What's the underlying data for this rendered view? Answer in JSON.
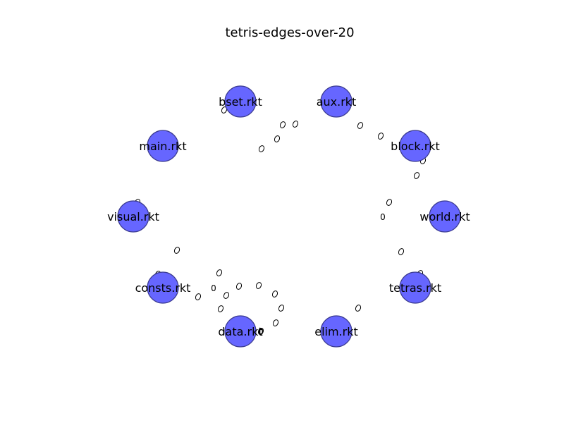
{
  "title": "tetris-edges-over-20",
  "colors": {
    "node_fill": "#6666ff",
    "node_stroke": "#3b3b8f",
    "text": "#000000"
  },
  "nodes": [
    {
      "id": "bset",
      "label": "bset.rkt"
    },
    {
      "id": "aux",
      "label": "aux.rkt"
    },
    {
      "id": "main",
      "label": "main.rkt"
    },
    {
      "id": "block",
      "label": "block.rkt"
    },
    {
      "id": "visual",
      "label": "visual.rkt"
    },
    {
      "id": "world",
      "label": "world.rkt"
    },
    {
      "id": "consts",
      "label": "consts.rkt"
    },
    {
      "id": "tetras",
      "label": "tetras.rkt"
    },
    {
      "id": "data",
      "label": "data.rkt"
    },
    {
      "id": "elim",
      "label": "elim.rkt"
    }
  ],
  "edge_labels": [
    "0",
    "0",
    "0",
    "0"
  ]
}
